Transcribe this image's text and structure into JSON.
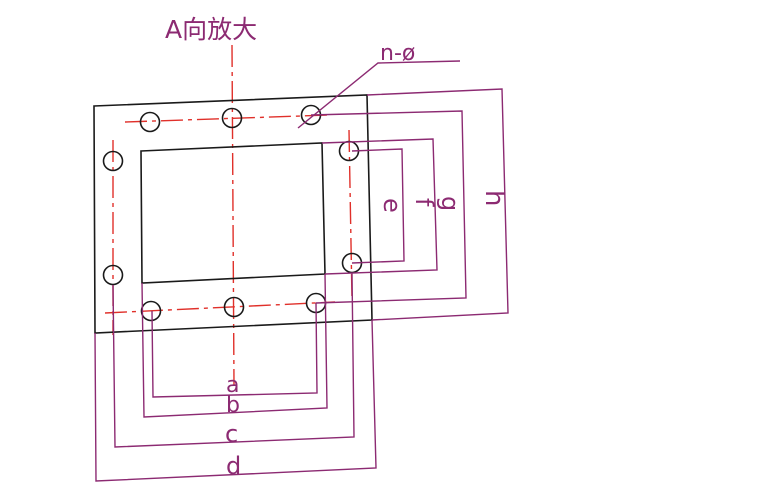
{
  "title": "A向放大",
  "hole_note": "n-ø",
  "dimensions": {
    "a": "a",
    "b": "b",
    "c": "c",
    "d": "d",
    "e": "e",
    "f": "f",
    "g": "g",
    "h": "h"
  },
  "colors": {
    "outline": "#1a1a1a",
    "centerline": "#e0302a",
    "dimension": "#8c2a72"
  }
}
